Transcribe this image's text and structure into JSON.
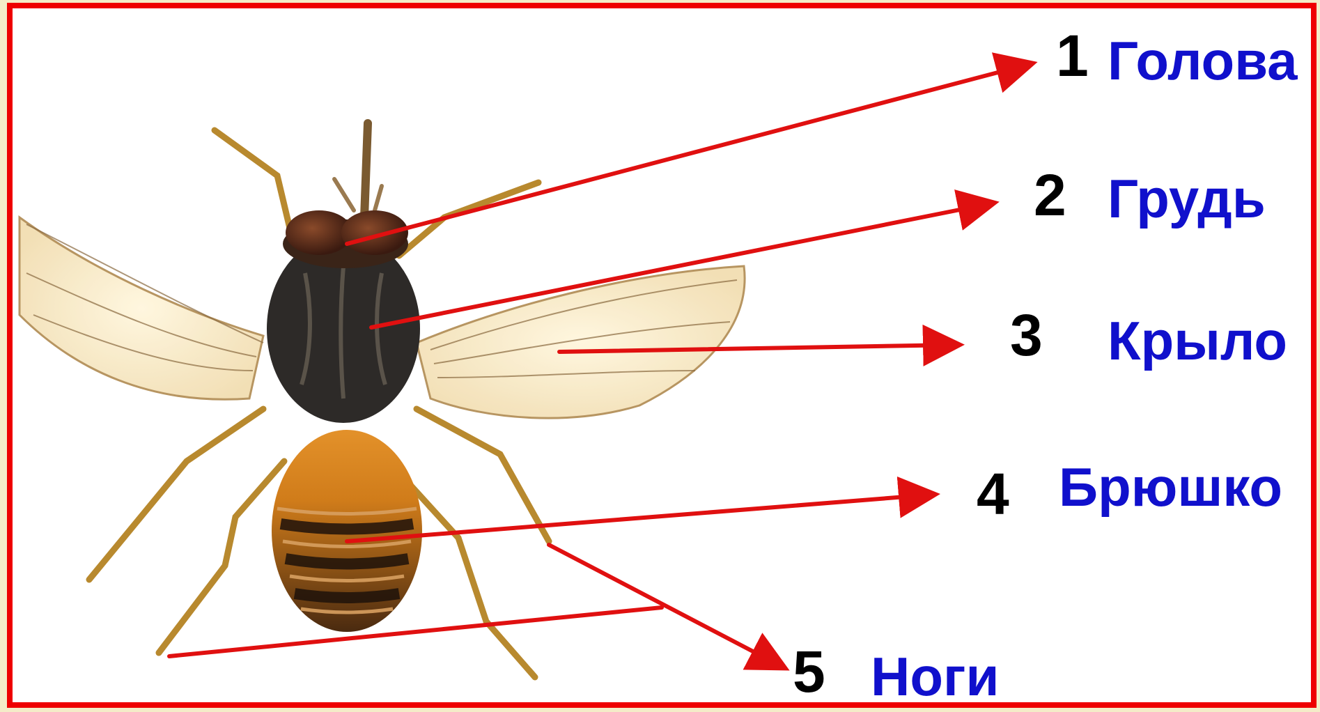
{
  "colors": {
    "frame": "#ee0000",
    "arrow": "#e01010",
    "label_text": "#1010cc",
    "number_text": "#000000"
  },
  "labels": [
    {
      "number": "1",
      "text": "Голова"
    },
    {
      "number": "2",
      "text": "Грудь"
    },
    {
      "number": "3",
      "text": "Крыло"
    },
    {
      "number": "4",
      "text": "Брюшко"
    },
    {
      "number": "5",
      "text": "Ноги"
    }
  ],
  "subject_icon": "fly-photo"
}
